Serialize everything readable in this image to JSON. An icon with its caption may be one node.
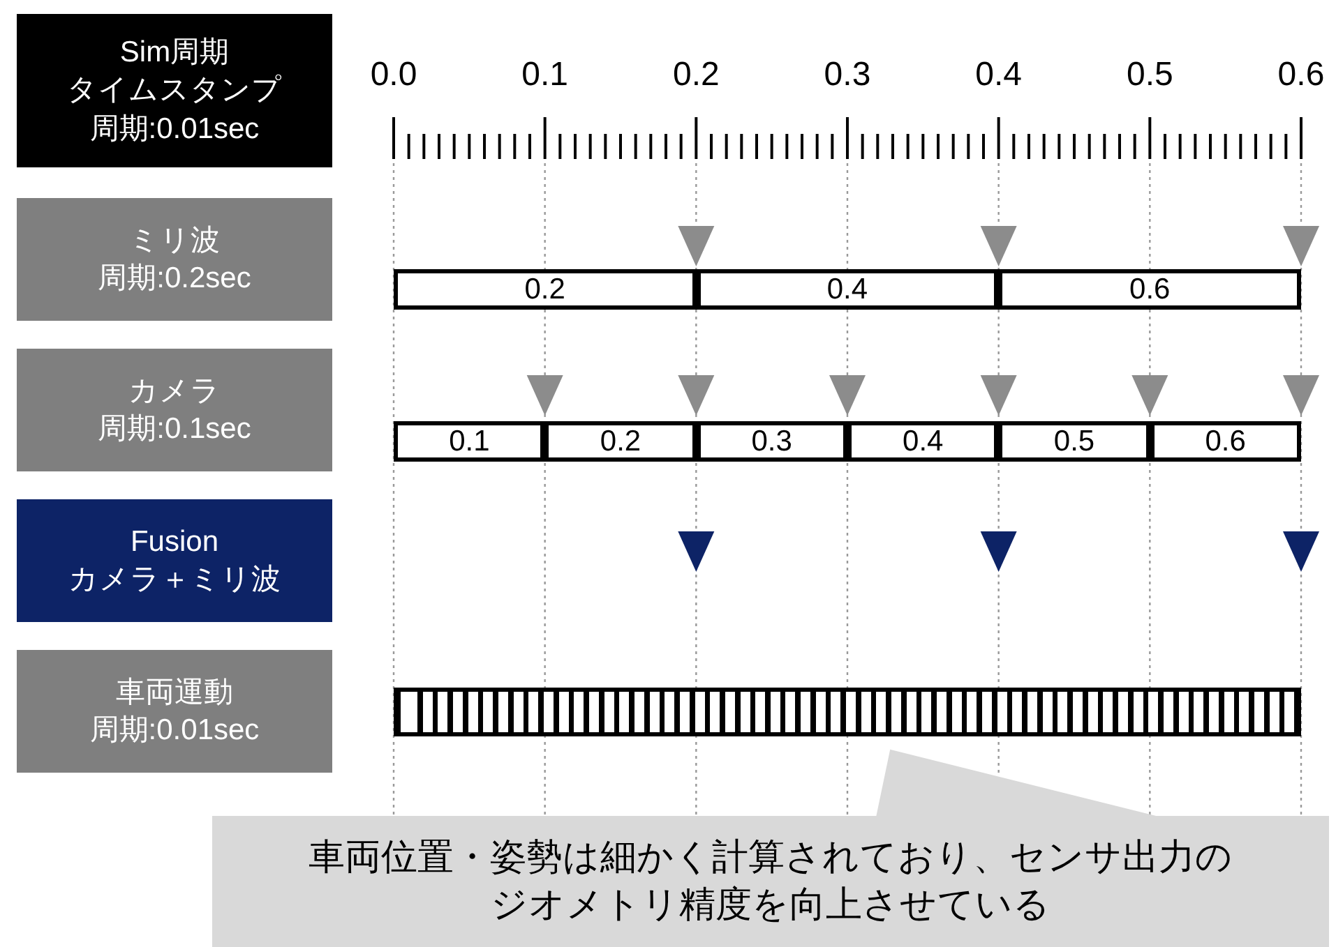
{
  "diagram": {
    "nodes": [
      {
        "text": [
          "Sim周期",
          "タイムスタンプ",
          "周期:0.01sec"
        ]
      },
      {
        "text": [
          "ミリ波",
          "周期:0.2sec"
        ]
      },
      {
        "text": [
          "0.2"
        ]
      },
      {
        "text": [
          "0.4"
        ]
      },
      {
        "text": [
          "0.6"
        ]
      },
      {
        "text": [
          "カメラ",
          "周期:0.1sec"
        ]
      },
      {
        "text": [
          "0.1"
        ]
      },
      {
        "text": [
          "0.2"
        ]
      },
      {
        "text": [
          "0.3"
        ]
      },
      {
        "text": [
          "0.4"
        ]
      },
      {
        "text": [
          "0.5"
        ]
      },
      {
        "text": [
          "0.6"
        ]
      },
      {
        "text": [
          "Fusion",
          "カメラ＋ミリ波"
        ]
      },
      {
        "text": [
          "車両運動",
          "周期:0.01sec"
        ]
      },
      {
        "text": [],
        "shape": "bar"
      },
      {
        "text": [
          "車両位置・姿勢は細かく計算されており、センサ出力のジオメトリ精度を向上させている"
        ]
      }
    ],
    "edges": [
      {
        "from": 15,
        "to": 14,
        "arrow": "none"
      }
    ],
    "labels": [
      "0.0",
      "0.1",
      "0.2",
      "0.3",
      "0.4",
      "0.5",
      "0.6"
    ]
  }
}
